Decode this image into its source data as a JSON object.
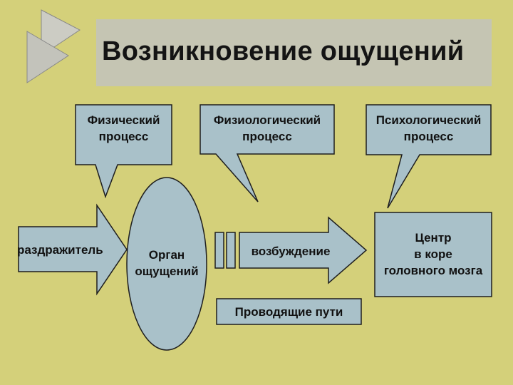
{
  "title": "Возникновение ощущений",
  "callouts": {
    "physical": {
      "line1": "Физический",
      "line2": "процесс"
    },
    "physiological": {
      "line1": "Физиологический",
      "line2": "процесс"
    },
    "psychological": {
      "line1": "Психологический",
      "line2": "процесс"
    }
  },
  "stimulus": "раздражитель",
  "organ": {
    "line1": "Орган",
    "line2": "ощущений"
  },
  "excitation": "возбуждение",
  "pathways": "Проводящие пути",
  "center": {
    "line1": "Центр",
    "line2": "в коре",
    "line3": "головного мозга"
  },
  "colors": {
    "background": "#d4d07a",
    "shape_fill": "#a9c1c9",
    "title_bar": "#c5c5b3",
    "text": "#111111"
  }
}
